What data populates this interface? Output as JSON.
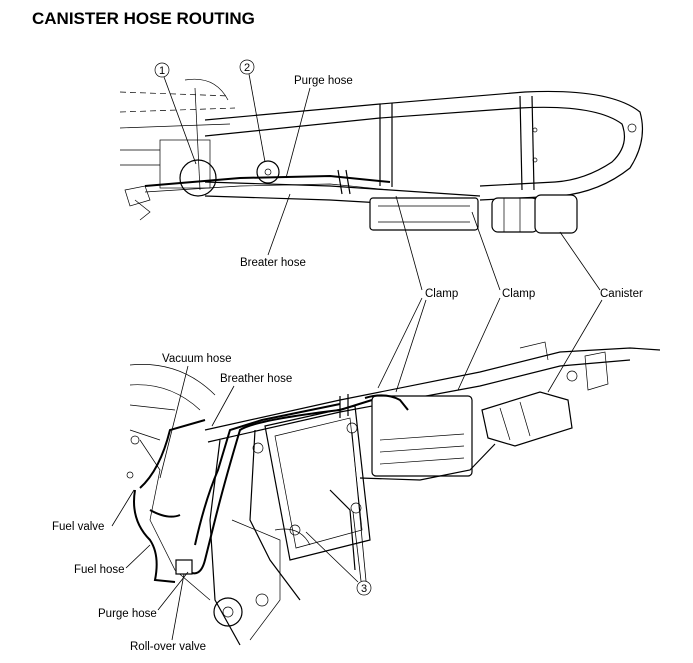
{
  "title": "CANISTER HOSE ROUTING",
  "top_view": {
    "callout_1": "1",
    "callout_2": "2",
    "purge_hose": "Purge hose",
    "breater_hose": "Breater hose",
    "clamp_left": "Clamp",
    "clamp_right": "Clamp",
    "canister": "Canister"
  },
  "side_view": {
    "vacuum_hose": "Vacuum hose",
    "breather_hose": "Breather hose",
    "fuel_valve": "Fuel valve",
    "fuel_hose": "Fuel hose",
    "purge_hose": "Purge hose",
    "roll_over_valve": "Roll-over valve",
    "callout_3": "3"
  }
}
